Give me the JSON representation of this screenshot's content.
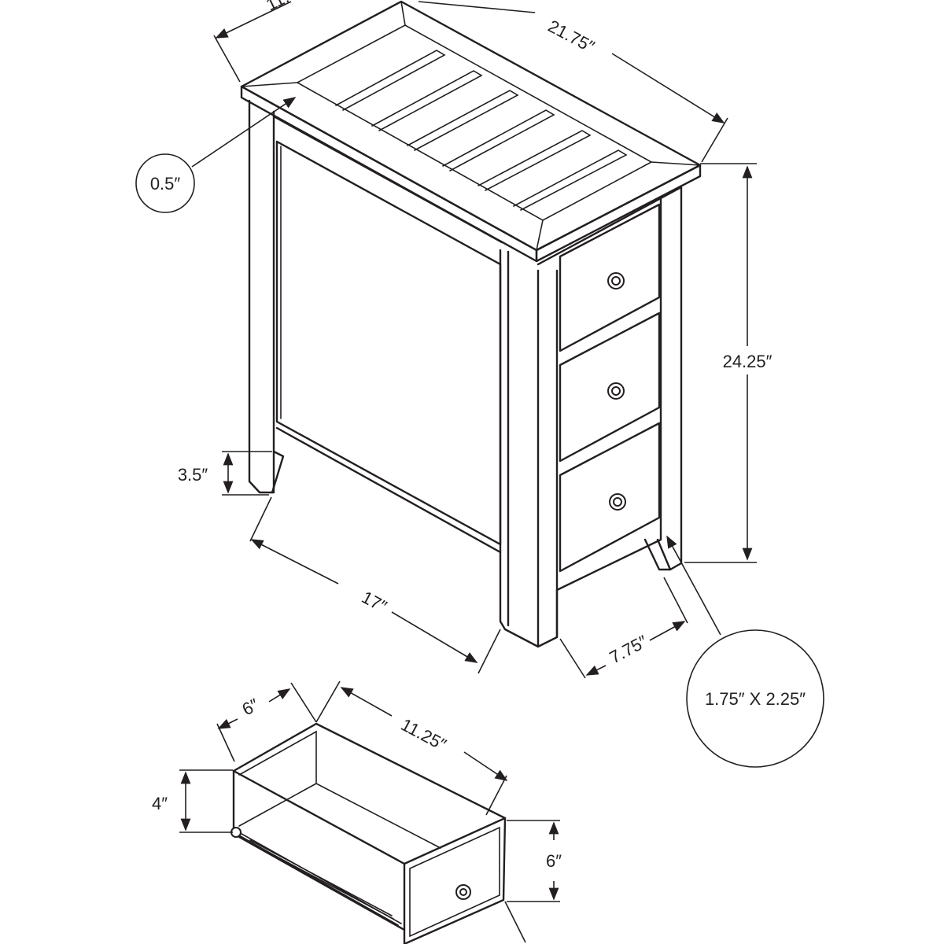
{
  "diagram": {
    "dimensions": {
      "top_depth": "11.",
      "top_width": "21.75″",
      "top_thickness": "0.5″",
      "height": "24.25″",
      "leg_clearance": "3.5″",
      "side_depth": "17″",
      "front_width": "7.75″",
      "leg_size": "1.75″ X 2.25″",
      "drawer_width": "6″",
      "drawer_depth": "11.25″",
      "drawer_inner_height": "4″",
      "drawer_front_height": "6″"
    },
    "colors": {
      "line": "#231f20",
      "background": "#ffffff"
    }
  }
}
